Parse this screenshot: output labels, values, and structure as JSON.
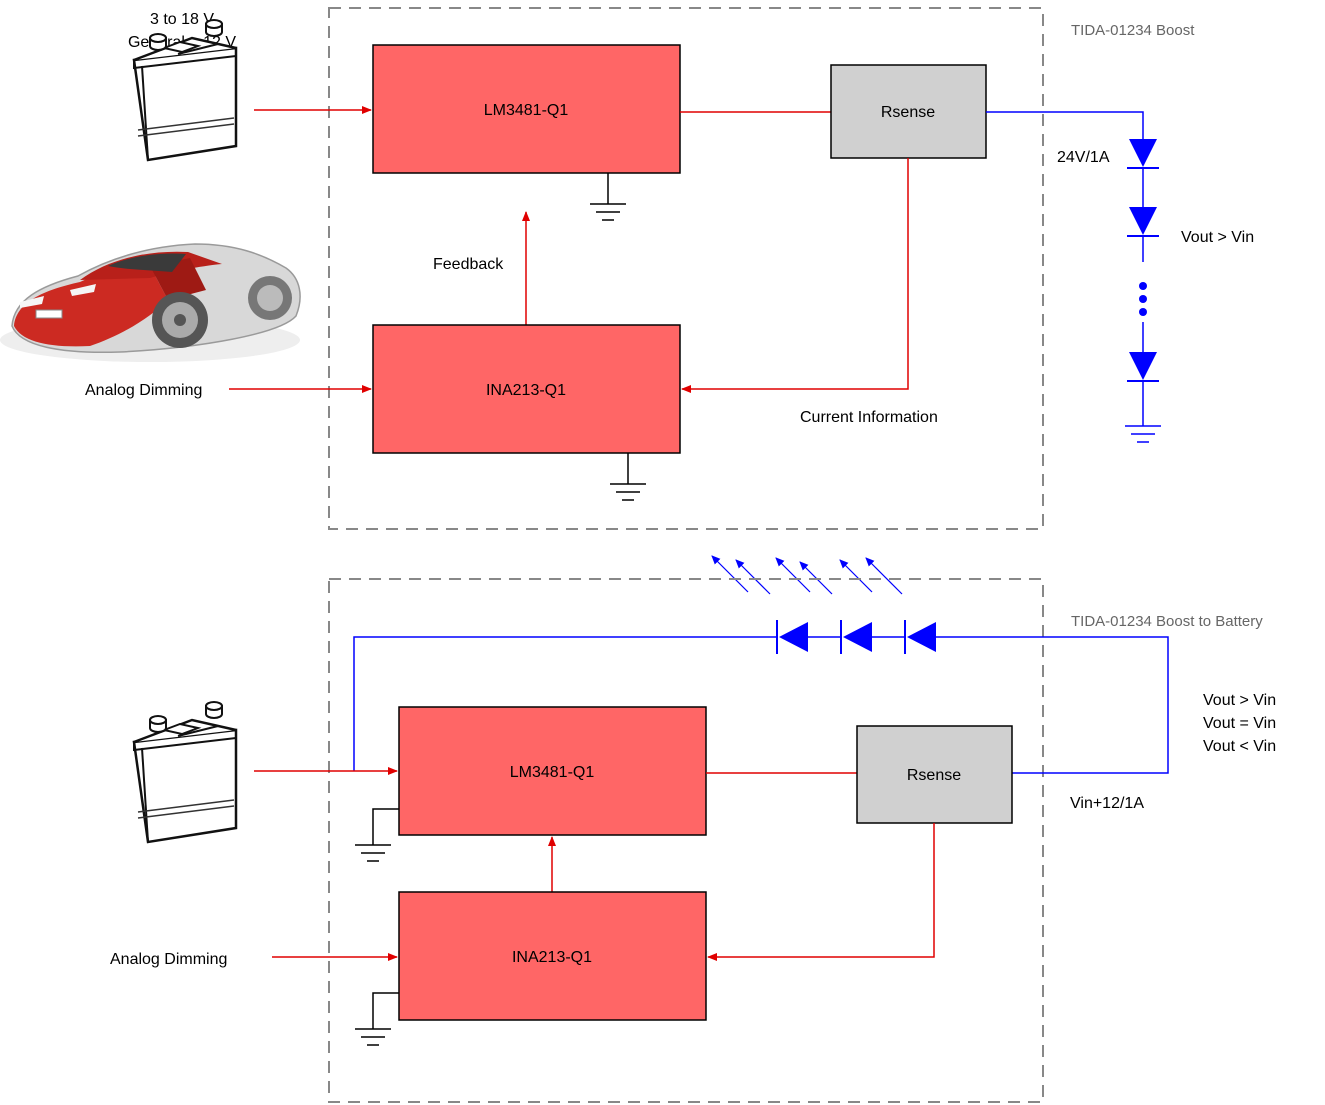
{
  "colors": {
    "ic_block": "#ff6666",
    "rsense_block": "#d0d0d0",
    "signal": "#e00000",
    "led_path": "#0000ff",
    "frame": "#888888",
    "frame_title": "#666666"
  },
  "top": {
    "title": "TIDA-01234 Boost",
    "supply_line1": "3 to 18 V",
    "supply_line2": "General = 12 V",
    "battery_icon": "car-battery-icon",
    "car_icon": "sports-car-icon",
    "controller": "LM3481-Q1",
    "sense": "Rsense",
    "amplifier": "INA213-Q1",
    "feedback": "Feedback",
    "dimming": "Analog Dimming",
    "current_info": "Current Information",
    "led_rating": "24V/1A",
    "relation": "Vout > Vin"
  },
  "bottom": {
    "title": "TIDA-01234 Boost to Battery",
    "battery_icon": "car-battery-icon",
    "controller": "LM3481-Q1",
    "sense": "Rsense",
    "amplifier": "INA213-Q1",
    "dimming": "Analog Dimming",
    "relations": [
      "Vout > Vin",
      "Vout = Vin",
      "Vout < Vin"
    ],
    "led_rating": "Vin+12/1A"
  }
}
